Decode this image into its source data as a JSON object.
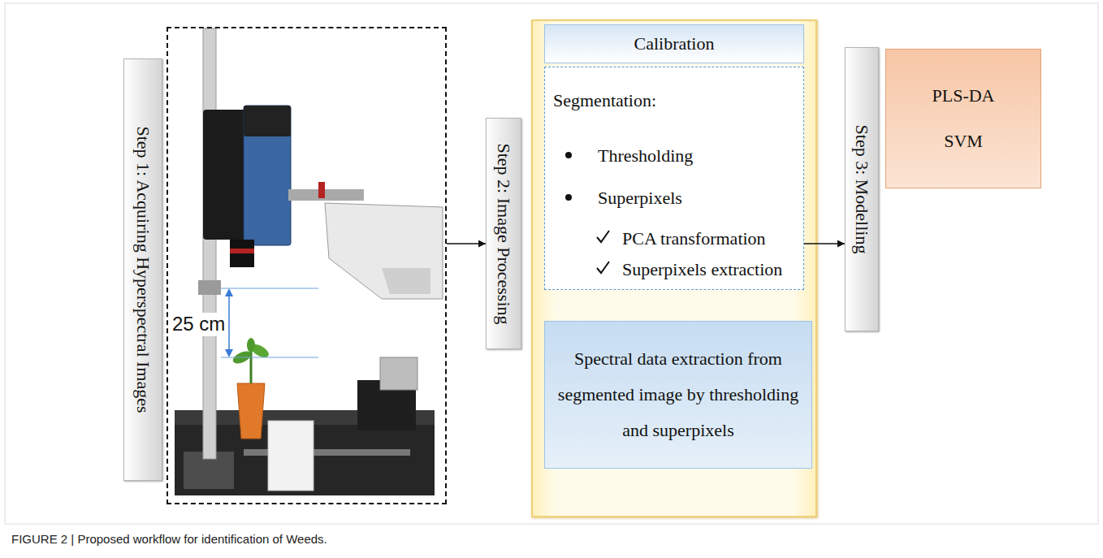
{
  "diagram": {
    "caption": "FIGURE 2 | Proposed workflow for identification of Weeds.",
    "nodes": [
      {
        "text": [
          "Step 1: Acquiring Hyperspectral Images"
        ]
      },
      {
        "text": [
          "25 cm"
        ]
      },
      {
        "text": [
          "Step 2: Image Processing"
        ]
      },
      {
        "text": [
          "Calibration"
        ]
      },
      {
        "text": [
          "Segmentation:",
          "Thresholding",
          "Superpixels",
          "PCA transformation",
          "Superpixels extraction"
        ]
      },
      {
        "text": [
          "Spectral data extraction from segmented image by thresholding and superpixels"
        ]
      },
      {
        "text": [
          "Step 3: Modelling"
        ]
      },
      {
        "text": [
          "PLS-DA",
          "SVM"
        ]
      }
    ],
    "edges": [
      {
        "from": 1,
        "to": 2,
        "arrow": "to"
      },
      {
        "from": 4,
        "to": 6,
        "arrow": "to"
      }
    ]
  }
}
